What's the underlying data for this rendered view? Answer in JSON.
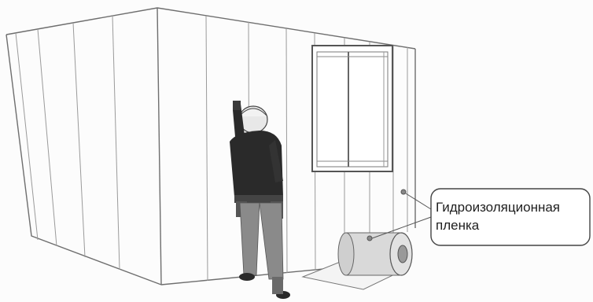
{
  "callout": {
    "line1": "Гидроизоляционная",
    "line2": "пленка"
  },
  "colors": {
    "background": "#fcfcfc",
    "outline": "#6e6e6e",
    "wall_line": "#9a9a9a",
    "worker_dark": "#2a2a2a",
    "worker_pants": "#8a8a8a",
    "roll": "#d9d9d9"
  },
  "icons": [
    "worker-figure",
    "membrane-roll"
  ]
}
